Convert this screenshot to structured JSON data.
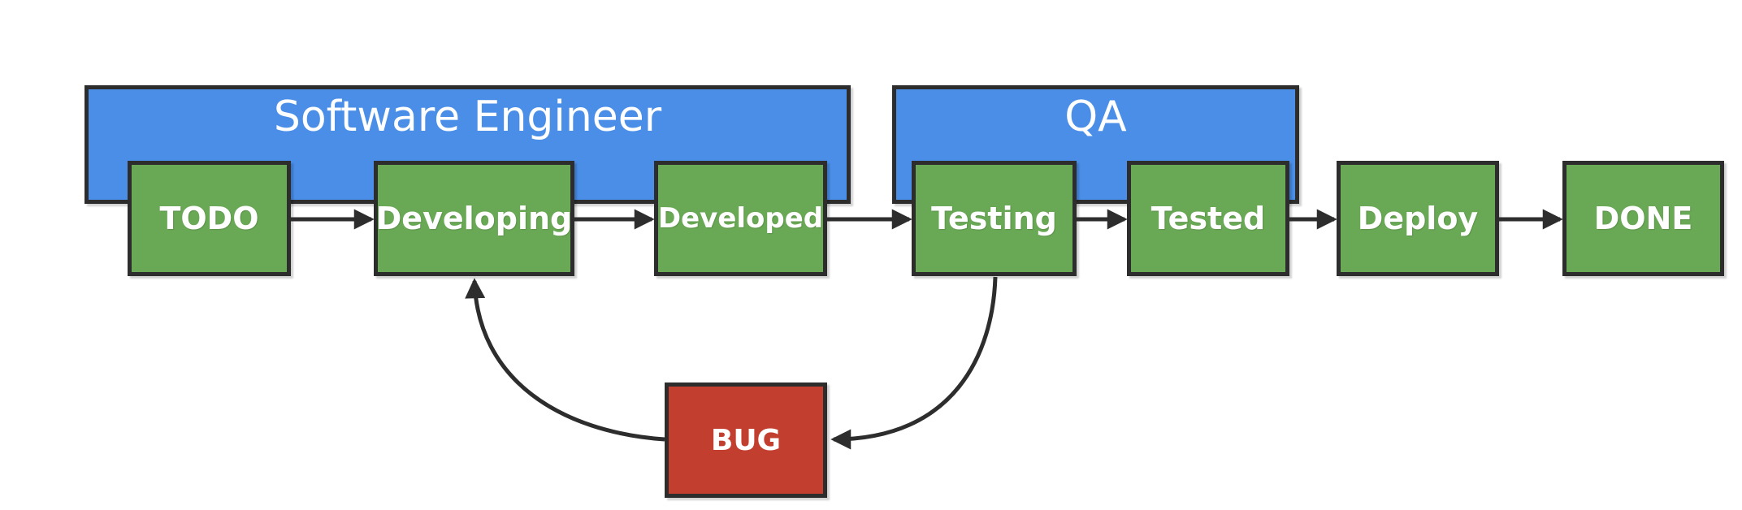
{
  "diagram": {
    "groups": [
      {
        "id": "software-engineer",
        "label": "Software Engineer"
      },
      {
        "id": "qa",
        "label": "QA"
      }
    ],
    "stages": [
      {
        "id": "todo",
        "label": "TODO"
      },
      {
        "id": "developing",
        "label": "Developing"
      },
      {
        "id": "developed",
        "label": "Developed"
      },
      {
        "id": "testing",
        "label": "Testing"
      },
      {
        "id": "tested",
        "label": "Tested"
      },
      {
        "id": "deploy",
        "label": "Deploy"
      },
      {
        "id": "done",
        "label": "DONE"
      }
    ],
    "bug": {
      "label": "BUG"
    },
    "edges": [
      {
        "from": "TODO",
        "to": "Developing"
      },
      {
        "from": "Developing",
        "to": "Developed"
      },
      {
        "from": "Developed",
        "to": "Testing"
      },
      {
        "from": "Testing",
        "to": "Tested"
      },
      {
        "from": "Tested",
        "to": "Deploy"
      },
      {
        "from": "Deploy",
        "to": "DONE"
      },
      {
        "from": "Testing",
        "to": "BUG"
      },
      {
        "from": "BUG",
        "to": "Developing"
      }
    ],
    "colors": {
      "group_fill": "#4a8ee8",
      "stage_fill": "#69a855",
      "bug_fill": "#c23e2e",
      "border": "#2d2d2d",
      "arrow": "#2d2d2d",
      "text": "#ffffff",
      "background": "#ffffff"
    }
  }
}
